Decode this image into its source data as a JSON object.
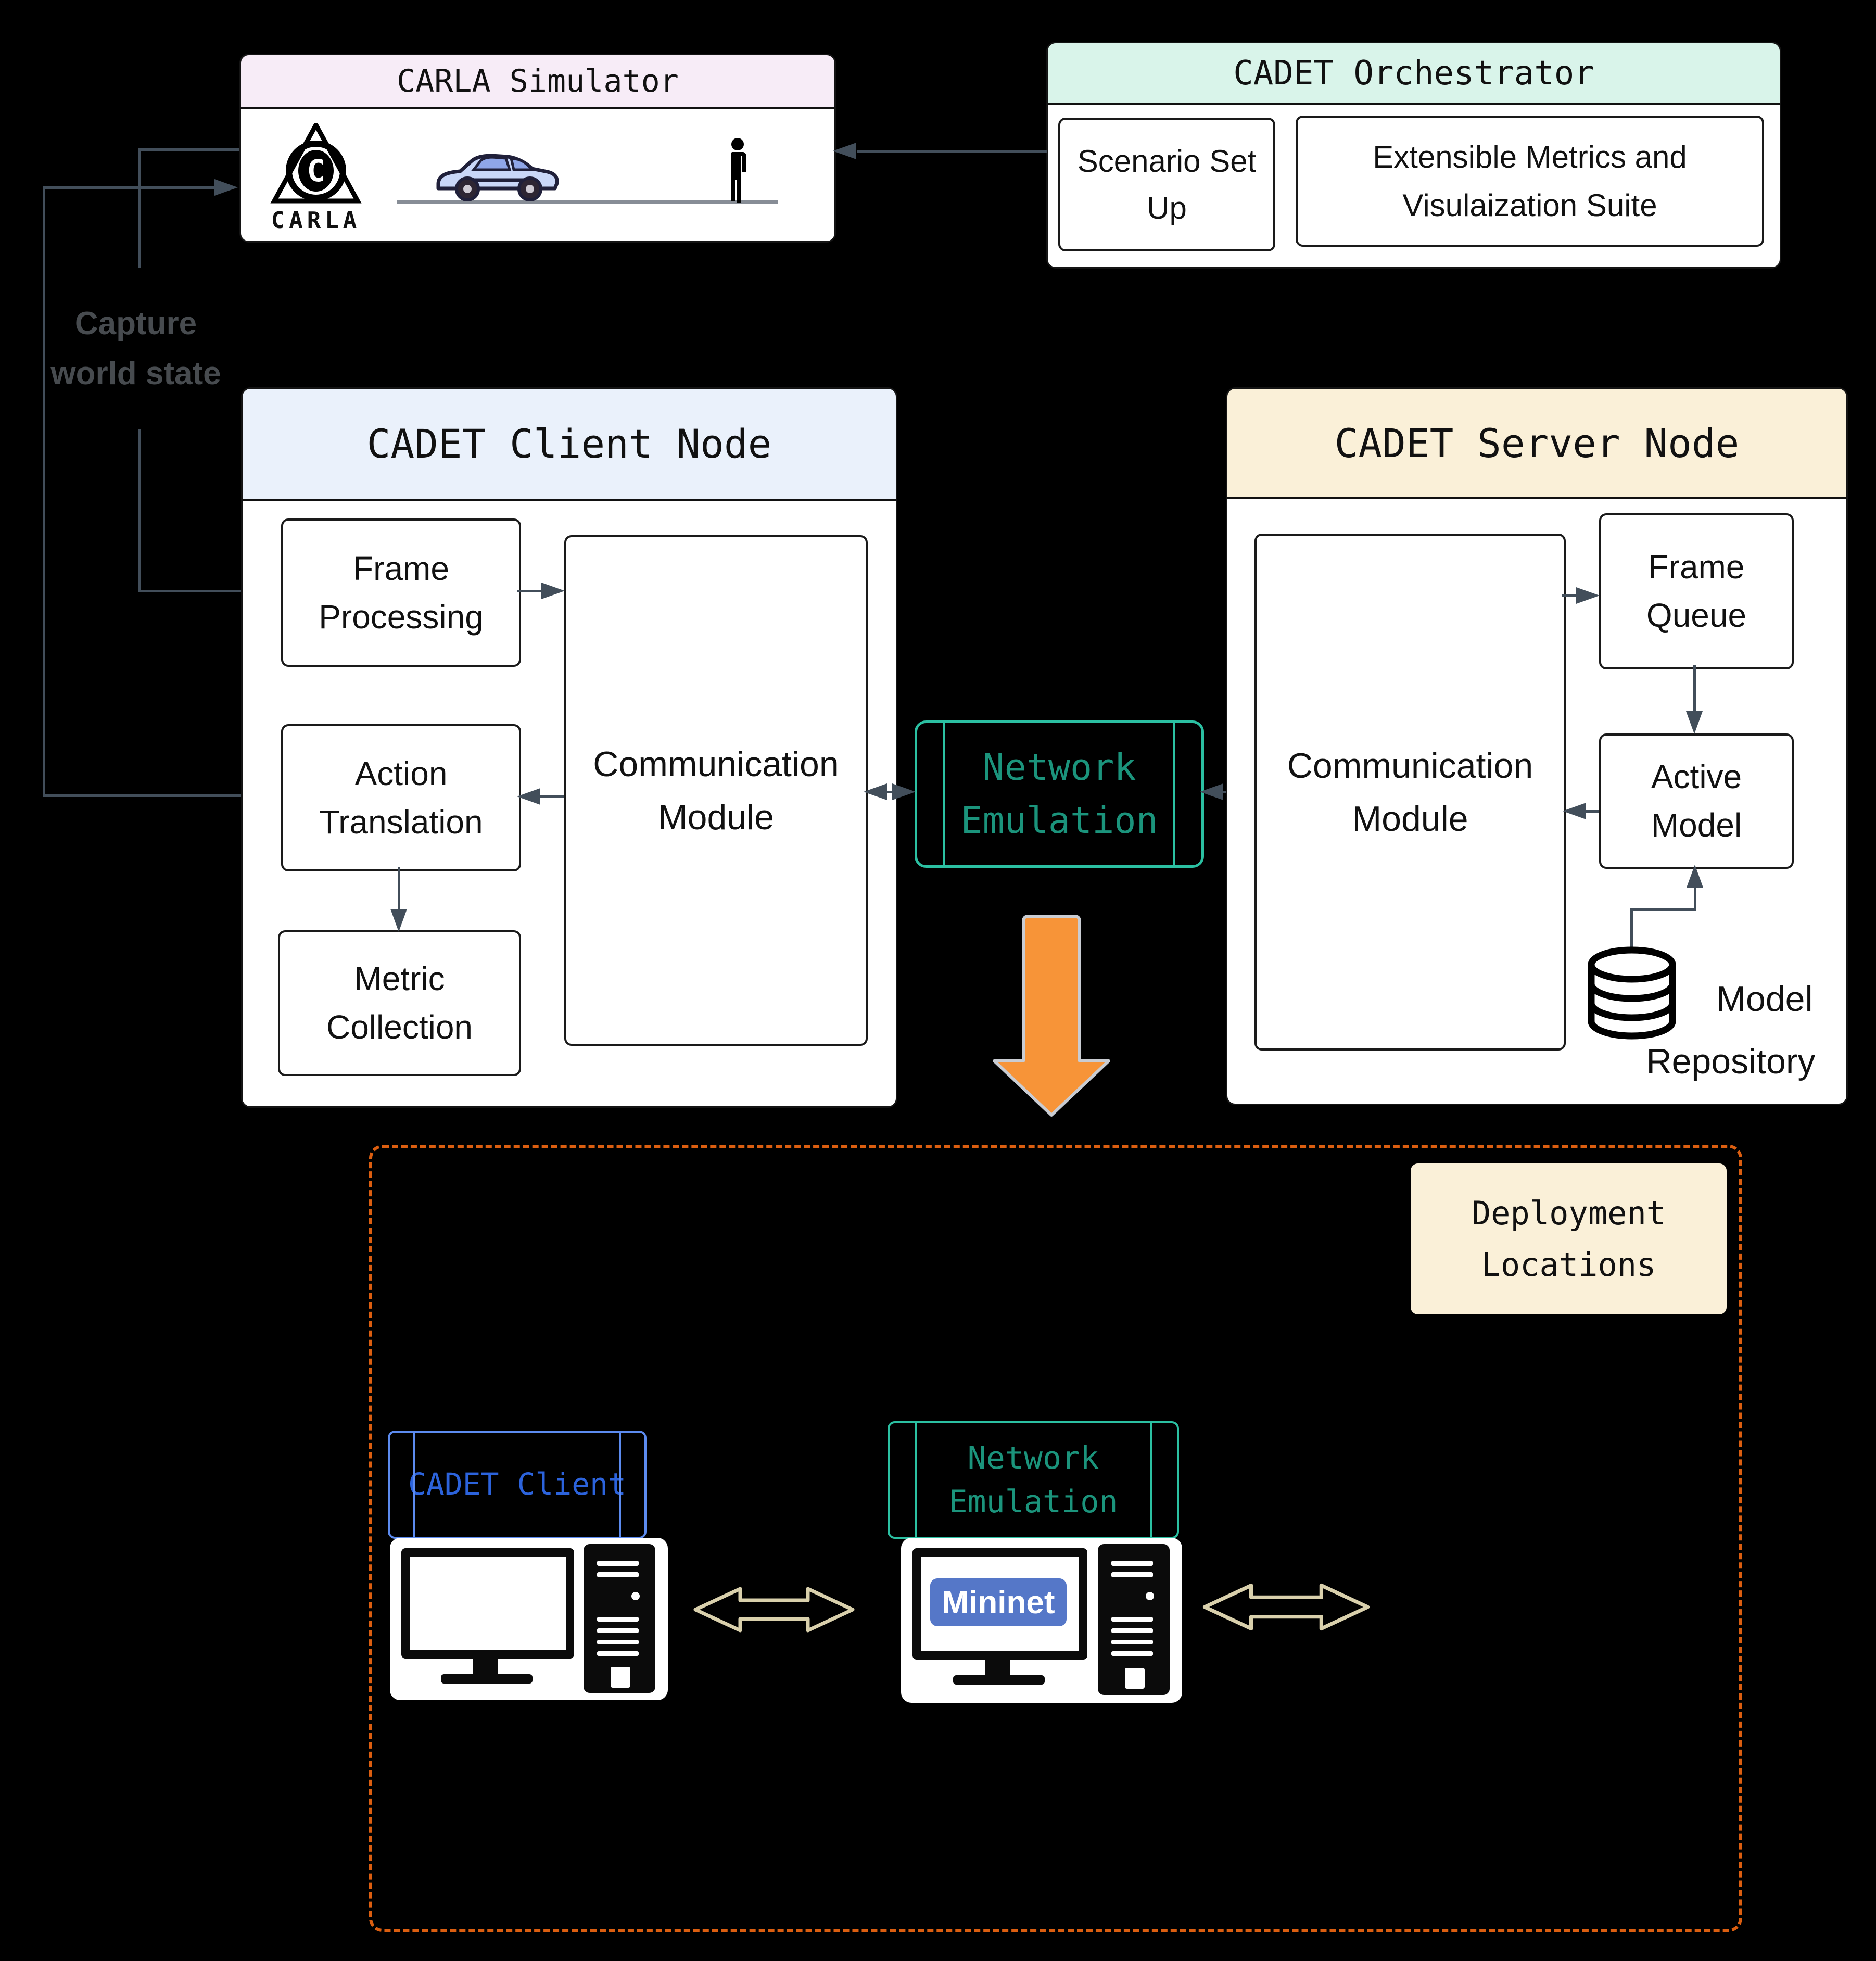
{
  "carla": {
    "title": "CARLA Simulator",
    "logo_text": "CARLA"
  },
  "orchestrator": {
    "title": "CADET Orchestrator",
    "scenario_label": "Scenario Set Up",
    "metrics_label": "Extensible Metrics and Visulaization Suite"
  },
  "capture_label": "Capture world state",
  "client": {
    "title": "CADET Client Node",
    "frame_processing": "Frame Processing",
    "action_translation": "Action Translation",
    "metric_collection": "Metric Collection",
    "communication": "Communication Module"
  },
  "network_emulation": {
    "label": "Network Emulation"
  },
  "server": {
    "title": "CADET Server Node",
    "communication": "Communication Module",
    "frame_queue": "Frame Queue",
    "active_model": "Active Model",
    "model_repository_line1": "Model",
    "model_repository_line2": "Repository"
  },
  "deployment": {
    "title": "Deployment Locations",
    "client_label": "CADET Client",
    "emulation_label": "Network Emulation",
    "mininet_label": "Mininet"
  },
  "colors": {
    "background": "#000000",
    "carla_header": "#F7ECF7",
    "orchestrator_header": "#D9F4EA",
    "client_header": "#EAF1FB",
    "server_header": "#FAF0D8",
    "deployment_label_bg": "#FAF0D8",
    "teal_border": "#2BC0A2",
    "teal_text": "#1B947C",
    "blue_border": "#5C8BEF",
    "blue_text": "#2C63DC",
    "orange_arrow": "#F79438",
    "dashed_border": "#DB5E10",
    "connector": "#424E5A",
    "capture_text": "#474B4F",
    "double_arrow": "#D9D0AC",
    "mininet_badge": "#5577C8"
  }
}
